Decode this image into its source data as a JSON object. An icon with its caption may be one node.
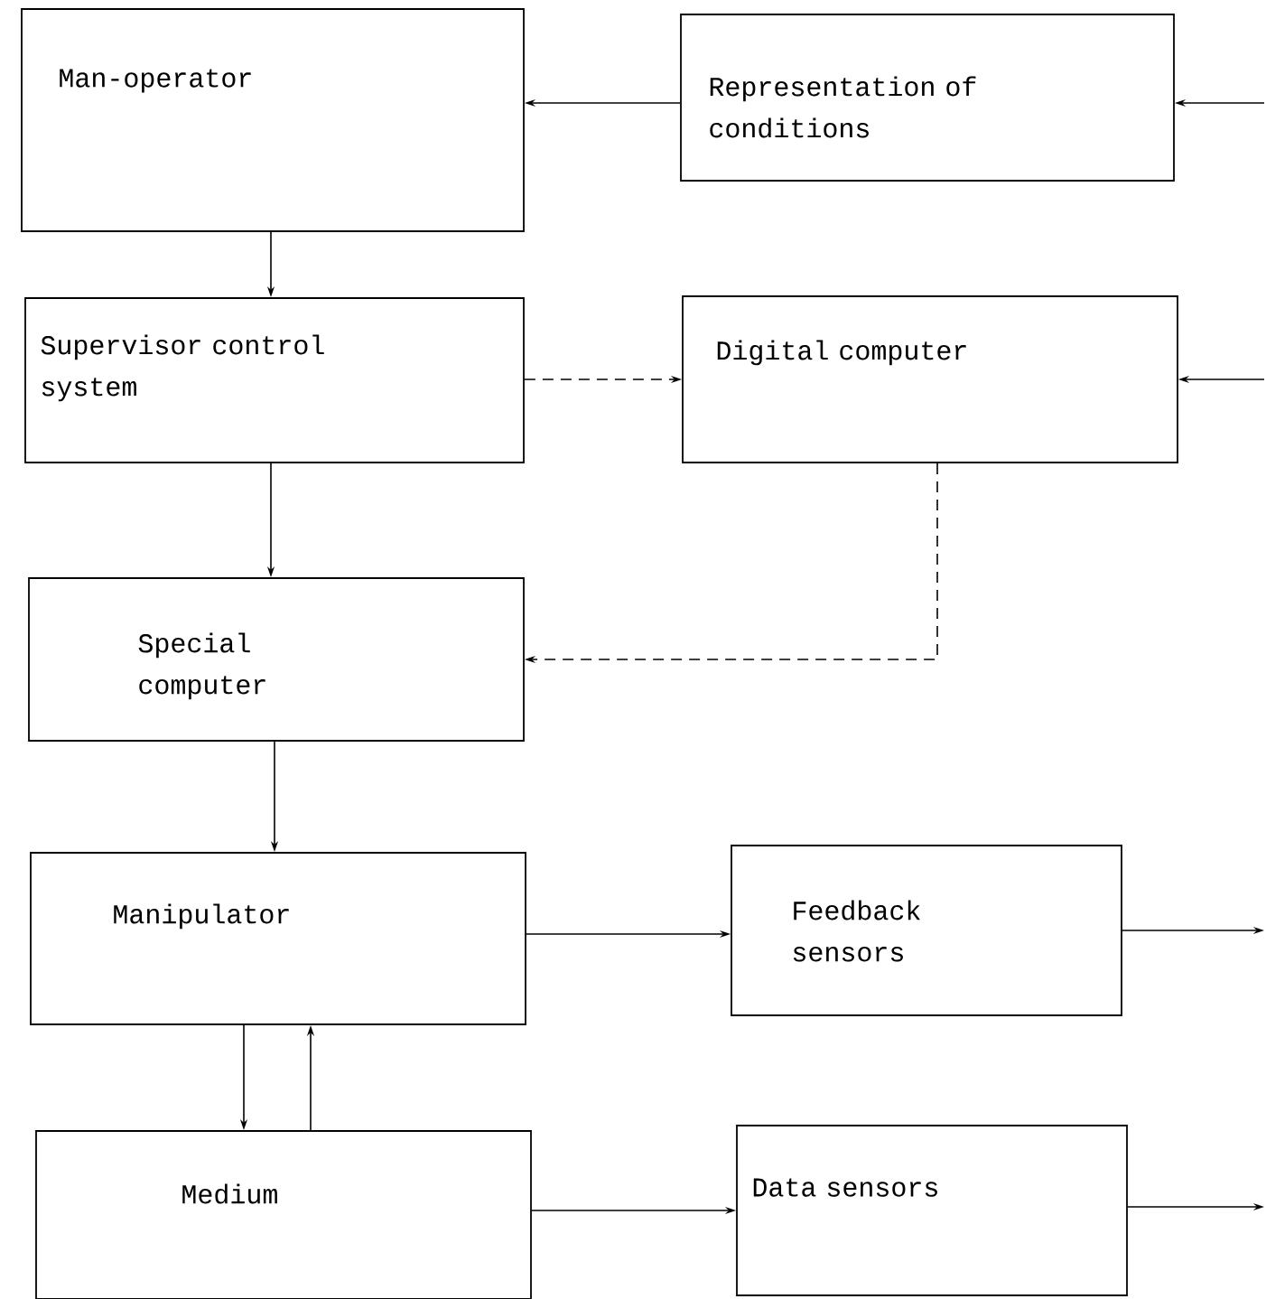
{
  "diagram": {
    "nodes": [
      {
        "text": [
          "Man-operator"
        ]
      },
      {
        "text": [
          "Representation of conditions"
        ]
      },
      {
        "text": [
          "Supervisor control system"
        ]
      },
      {
        "text": [
          "Digital computer"
        ]
      },
      {
        "text": [
          "Special computer"
        ]
      },
      {
        "text": [
          "Manipulator"
        ]
      },
      {
        "text": [
          "Feedback sensors"
        ]
      },
      {
        "text": [
          "Medium"
        ]
      },
      {
        "text": [
          "Data sensors"
        ]
      }
    ],
    "edges": [
      {
        "from": 1,
        "to": 0,
        "arrow": "to"
      },
      {
        "from": null,
        "to": 1,
        "arrow": "to"
      },
      {
        "from": 0,
        "to": 2,
        "arrow": "to"
      },
      {
        "from": 2,
        "to": 3,
        "arrow": "to",
        "style": "dashed"
      },
      {
        "from": null,
        "to": 3,
        "arrow": "to"
      },
      {
        "from": 2,
        "to": 4,
        "arrow": "to"
      },
      {
        "from": 3,
        "to": 4,
        "arrow": "to",
        "style": "dashed"
      },
      {
        "from": 4,
        "to": 5,
        "arrow": "to"
      },
      {
        "from": 5,
        "to": 6,
        "arrow": "to"
      },
      {
        "from": 6,
        "to": null,
        "arrow": "to"
      },
      {
        "from": 5,
        "to": 7,
        "arrow": "to"
      },
      {
        "from": 7,
        "to": 5,
        "arrow": "to"
      },
      {
        "from": 7,
        "to": 8,
        "arrow": "to"
      },
      {
        "from": 8,
        "to": null,
        "arrow": "to"
      }
    ]
  }
}
